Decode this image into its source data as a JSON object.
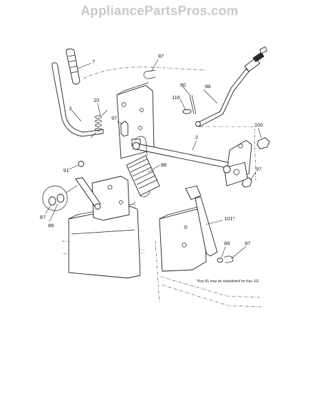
{
  "watermark": "AppliancePartsPros.com",
  "note": "*Key 91 may be substituted for Key 101",
  "callouts": {
    "c7": "7",
    "c87a": "87",
    "c3": "3",
    "c10": "10",
    "c97a": "97",
    "c90": "90",
    "c116": "116",
    "c98": "98",
    "c2": "2",
    "c100": "100",
    "c91": "91",
    "c88": "88",
    "c97b": "97",
    "c87b": "87",
    "c89a": "89",
    "c101": "101*",
    "c89b": "89",
    "c87c": "87"
  }
}
